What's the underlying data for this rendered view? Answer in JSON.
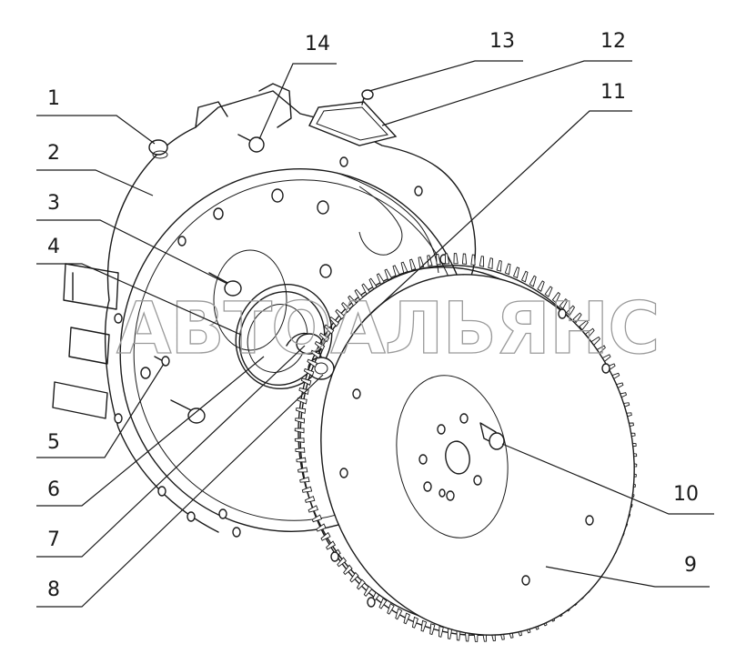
{
  "watermark": "АВТОАЛЬЯНС",
  "callouts": [
    {
      "id": "1",
      "text": "1"
    },
    {
      "id": "2",
      "text": "2"
    },
    {
      "id": "3",
      "text": "3"
    },
    {
      "id": "4",
      "text": "4"
    },
    {
      "id": "5",
      "text": "5"
    },
    {
      "id": "6",
      "text": "6"
    },
    {
      "id": "7",
      "text": "7"
    },
    {
      "id": "8",
      "text": "8"
    },
    {
      "id": "9",
      "text": "9"
    },
    {
      "id": "10",
      "text": "10"
    },
    {
      "id": "11",
      "text": "11"
    },
    {
      "id": "12",
      "text": "12"
    },
    {
      "id": "13",
      "text": "13"
    },
    {
      "id": "14",
      "text": "14"
    }
  ]
}
